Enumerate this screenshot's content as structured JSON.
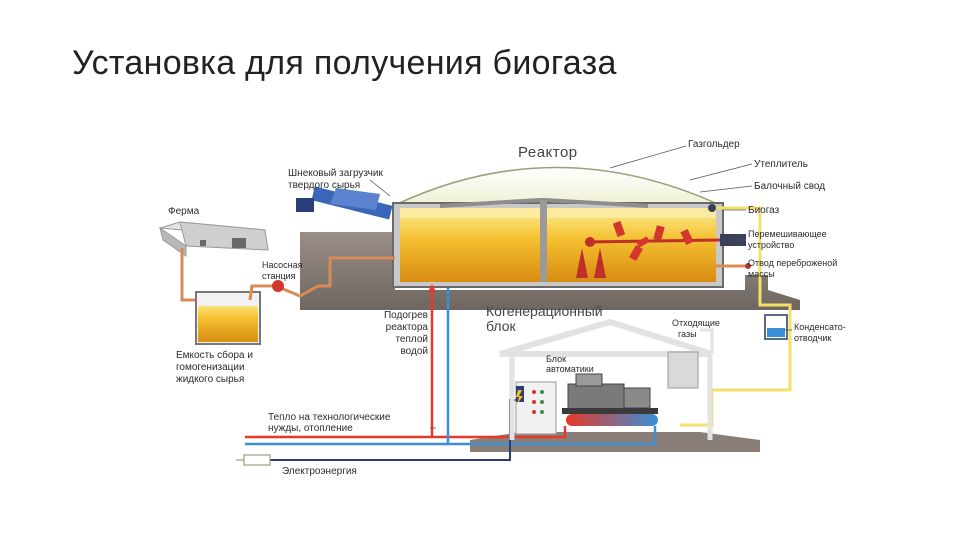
{
  "title": "Установка для получения биогаза",
  "labels": {
    "reactor": "Реактор",
    "gasholder": "Газгольдер",
    "insulation": "Утеплитель",
    "beam_roof": "Балочный свод",
    "biogas": "Биогаз",
    "mixer_1": "Перемешивающее",
    "mixer_2": "устройство",
    "outlet_1": "Отвод переброженой",
    "outlet_2": "массы",
    "screw_1": "Шнековый загрузчик",
    "screw_2": "твердого сырья",
    "farm": "Ферма",
    "pump_1": "Насосная",
    "pump_2": "станция",
    "tank_1": "Емкость сбора и",
    "tank_2": "гомогенизации",
    "tank_3": "жидкого сырья",
    "heat_1": "Подогрев",
    "heat_2": "реактора",
    "heat_3": "теплой",
    "heat_4": "водой",
    "chp_1": "Когенерационный",
    "chp_2": "блок",
    "exhaust_1": "Отходящие",
    "exhaust_2": "газы",
    "condensate_1": "Конденсато-",
    "condensate_2": "отводчик",
    "automation_1": "Блок",
    "automation_2": "автоматики",
    "process_heat_1": "Тепло на технологические",
    "process_heat_2": "нужды, отопление",
    "electricity": "Электроэнергия"
  },
  "colors": {
    "liquid_top": "#f7d34a",
    "liquid_bottom": "#e09a1c",
    "hot_pipe": "#e53a2a",
    "cold_pipe": "#3a8fd6",
    "gas_pipe": "#f3e06a",
    "feed_pipe": "#d98a55",
    "ground": "#8a7f78",
    "dome": "#f2f4e0"
  }
}
